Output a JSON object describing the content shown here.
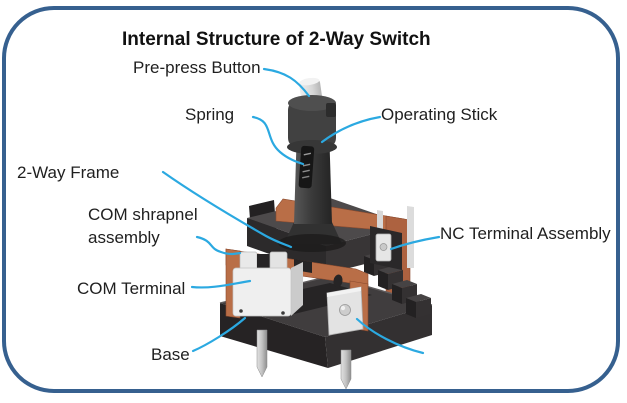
{
  "title": "Internal Structure of 2-Way Switch",
  "labels": {
    "pre_press_button": "Pre-press Button",
    "spring": "Spring",
    "operating_stick": "Operating Stick",
    "two_way_frame": "2-Way Frame",
    "com_shrapnel_assembly": "COM shrapnel assembly",
    "nc_terminal_assembly": "NC Terminal Assembly",
    "com_terminal": "COM Terminal",
    "base": "Base"
  },
  "colors": {
    "border": "#36608F",
    "leader_line": "#2BA9E1",
    "copper_frame": "#B96E47",
    "dark_plastic": "#3A3A3A",
    "white_terminal": "#EDEDED",
    "metal_pin": "#C0C0C0",
    "text": "#1F1F1F",
    "background": "#FFFFFF"
  }
}
